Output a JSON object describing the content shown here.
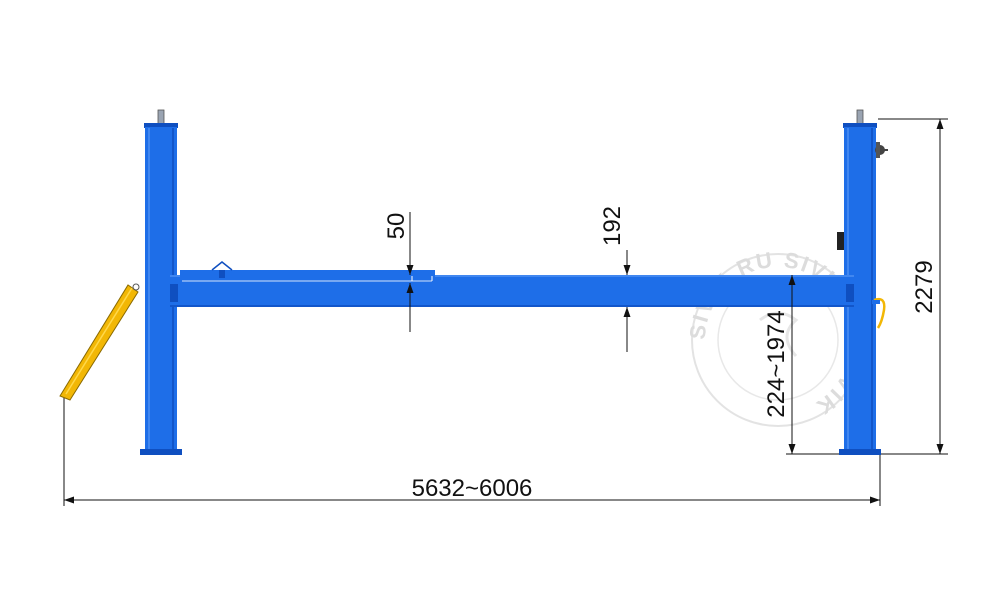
{
  "dimensions": {
    "overall_length": "5632~6006",
    "overall_height": "2279",
    "lift_height_range": "224~1974",
    "beam_height": "192",
    "beam_offset": "50"
  },
  "watermark": {
    "ring_text": "SIVIK.RU  SIVIK.RU  SIVIK"
  },
  "colors": {
    "frame_blue": "#1e6ee8",
    "frame_blue_dark": "#0f4fc0",
    "ramp_yellow": "#f2b705",
    "dimension_line": "#111111",
    "watermark": "#d9d9d9"
  }
}
